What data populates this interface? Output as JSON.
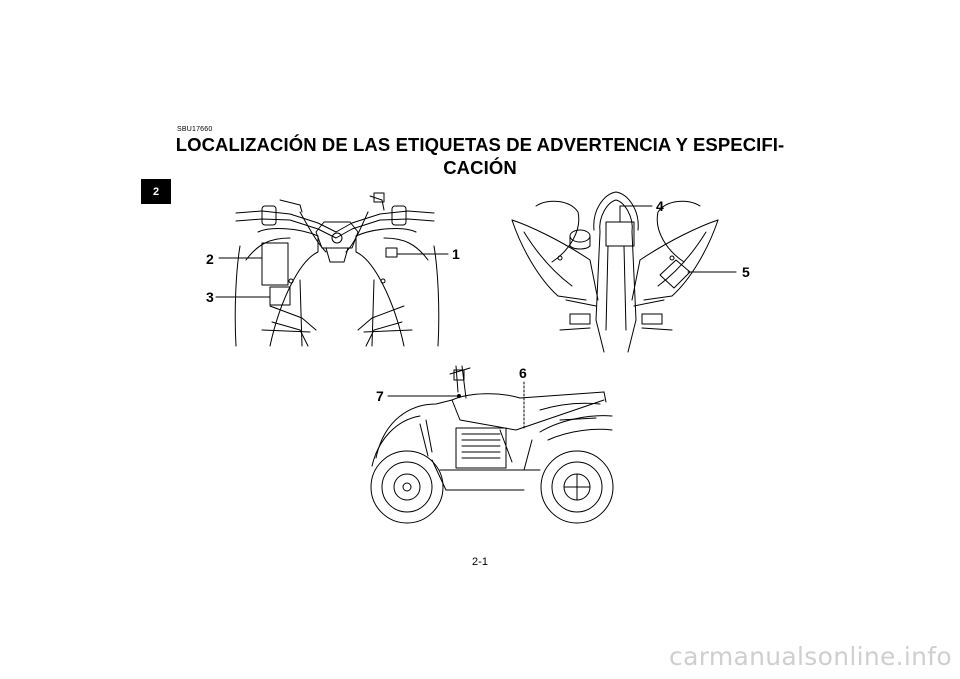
{
  "chapter_tab": "2",
  "doc_code": "SBU17660",
  "title_line1": "LOCALIZACIÓN DE LAS ETIQUETAS DE ADVERTENCIA Y ESPECIFI-",
  "title_line2": "CACIÓN",
  "callouts": {
    "c1": "1",
    "c2": "2",
    "c3": "3",
    "c4": "4",
    "c5": "5",
    "c6": "6",
    "c7": "7"
  },
  "page_number": "2-1",
  "watermark": "carmanualsonline.info"
}
